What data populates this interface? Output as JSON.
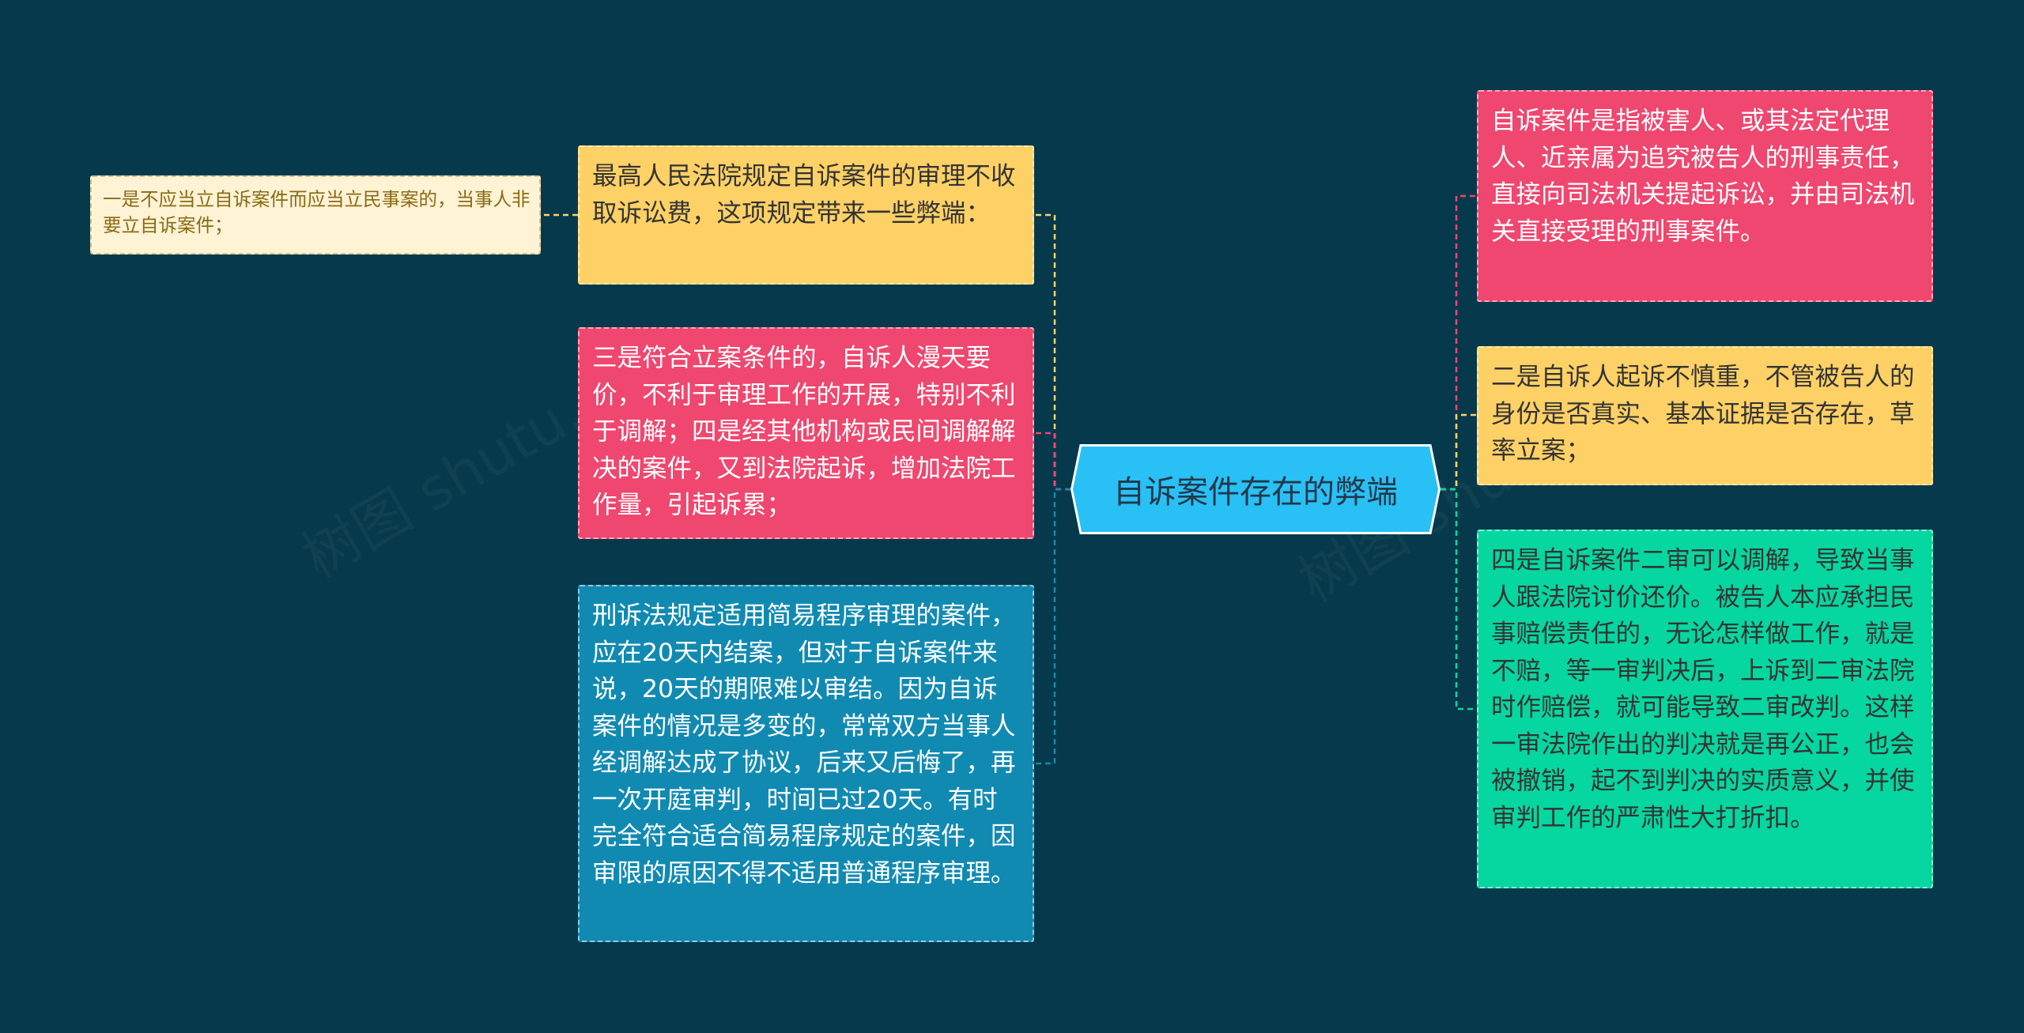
{
  "center": {
    "title": "自诉案件存在的弊端"
  },
  "left_nodes": [
    {
      "id": "l1",
      "text": "最高人民法院规定自诉案件的审理不收取诉讼费，这项规定带来一些弊端：",
      "color": "#fdd166"
    },
    {
      "id": "l2",
      "text": "三是符合立案条件的，自诉人漫天要价，不利于审理工作的开展，特别不利于调解；四是经其他机构或民间调解解决的案件，又到法院起诉，增加法院工作量，引起诉累；",
      "color": "#ef476f"
    },
    {
      "id": "l3",
      "text": "刑诉法规定适用简易程序审理的案件，应在20天内结案，但对于自诉案件来说，20天的期限难以审结。因为自诉案件的情况是多变的，常常双方当事人经调解达成了协议，后来又后悔了，再一次开庭审判，时间已过20天。有时完全符合适合简易程序规定的案件，因审限的原因不得不适用普通程序审理。",
      "color": "#118ab2"
    }
  ],
  "left_child": {
    "id": "l1a",
    "text": "一是不应当立自诉案件而应当立民事案的，当事人非要立自诉案件；",
    "color": "#fff3d6"
  },
  "right_nodes": [
    {
      "id": "r1",
      "text": "自诉案件是指被害人、或其法定代理人、近亲属为追究被告人的刑事责任，直接向司法机关提起诉讼，并由司法机关直接受理的刑事案件。",
      "color": "#ef476f"
    },
    {
      "id": "r2",
      "text": "二是自诉人起诉不慎重，不管被告人的身份是否真实、基本证据是否存在，草率立案；",
      "color": "#fdd166"
    },
    {
      "id": "r3",
      "text": "四是自诉案件二审可以调解，导致当事人跟法院讨价还价。被告人本应承担民事赔偿责任的，无论怎样做工作，就是不赔，等一审判决后，上诉到二审法院时作赔偿，就可能导致二审改判。这样一审法院作出的判决就是再公正，也会被撤销，起不到判决的实质意义，并使审判工作的严肃性大打折扣。",
      "color": "#06d6a0"
    }
  ],
  "colors": {
    "background": "#06394b",
    "center_fill": "#29c0f5",
    "yellow": "#fdd166",
    "red": "#ef476f",
    "blue": "#118ab2",
    "green": "#06d6a0",
    "cream": "#fff3d6"
  }
}
